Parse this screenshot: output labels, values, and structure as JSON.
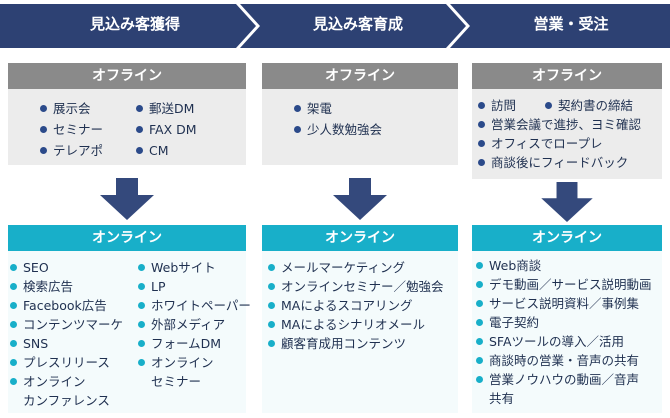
{
  "phases": [
    {
      "title": "見込み客獲得"
    },
    {
      "title": "見込み客育成"
    },
    {
      "title": "営業・受注"
    }
  ],
  "offline_label": "オフライン",
  "online_label": "オンライン",
  "colors": {
    "phase_bar": "#2d4173",
    "offline_header": "#8a8a8a",
    "offline_body": "#ececec",
    "online_header": "#18afc9",
    "arrow": "#34497c",
    "offline_bullet": "#2b4a8a",
    "online_bullet": "#18afc9"
  },
  "col1": {
    "offline_left": [
      "展示会",
      "セミナー",
      "テレアポ"
    ],
    "offline_right": [
      "郵送DM",
      "FAX DM",
      "CM"
    ],
    "online_left": [
      "SEO",
      "検索広告",
      "Facebook広告",
      "コンテンツマーケ",
      "SNS",
      "プレスリリース",
      "オンライン"
    ],
    "online_left_cont": "カンファレンス",
    "online_right": [
      "Webサイト",
      "LP",
      "ホワイトペーパー",
      "外部メディア",
      "フォームDM",
      "オンライン"
    ],
    "online_right_cont": "セミナー"
  },
  "col2": {
    "offline": [
      "架電",
      "少人数勉強会"
    ],
    "online": [
      "メールマーケティング",
      "オンラインセミナー／勉強会",
      "MAによるスコアリング",
      "MAによるシナリオメール",
      "顧客育成用コンテンツ"
    ]
  },
  "col3": {
    "offline_row1_left": "訪問",
    "offline_row1_right": "契約書の締結",
    "offline": [
      "営業会議で進捗、ヨミ確認",
      "オフィスでロープレ",
      "商談後にフィードバック"
    ],
    "online": [
      "Web商談",
      "デモ動画／サービス説明動画",
      "サービス説明資料／事例集",
      "電子契約",
      "SFAツールの導入／活用",
      "商談時の営業・音声の共有",
      "営業ノウハウの動画／音声"
    ],
    "online_cont": "共有"
  }
}
